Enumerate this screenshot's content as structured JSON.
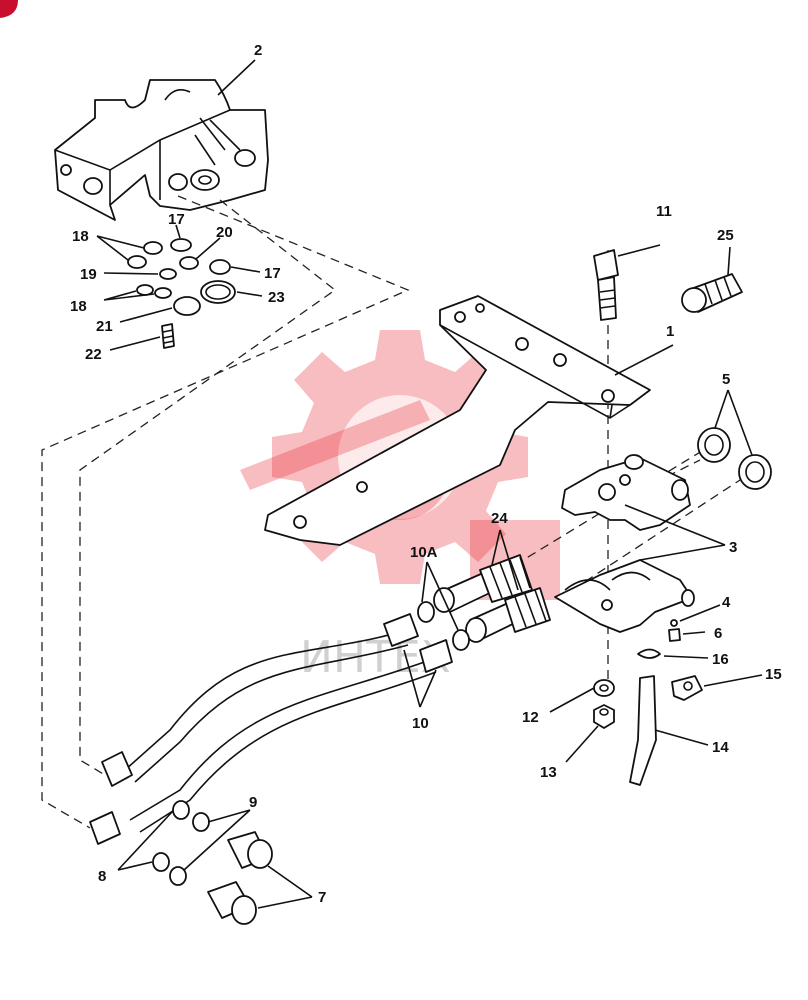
{
  "diagram": {
    "watermark": "ИНТЕХ",
    "labels": [
      "1",
      "2",
      "3",
      "4",
      "5",
      "6",
      "7",
      "8",
      "9",
      "10",
      "10A",
      "11",
      "12",
      "13",
      "14",
      "15",
      "16",
      "17",
      "18",
      "19",
      "20",
      "21",
      "22",
      "23",
      "24",
      "25"
    ]
  },
  "callouts": {
    "l1": "1",
    "l2": "2",
    "l3": "3",
    "l4": "4",
    "l5": "5",
    "l6": "6",
    "l7": "7",
    "l8": "8",
    "l9": "9",
    "l10": "10",
    "l10a": "10A",
    "l11": "11",
    "l12": "12",
    "l13": "13",
    "l14": "14",
    "l15": "15",
    "l16": "16",
    "l17a": "17",
    "l17b": "17",
    "l18a": "18",
    "l18b": "18",
    "l19": "19",
    "l20": "20",
    "l21": "21",
    "l22": "22",
    "l23": "23",
    "l24": "24",
    "l25": "25"
  }
}
